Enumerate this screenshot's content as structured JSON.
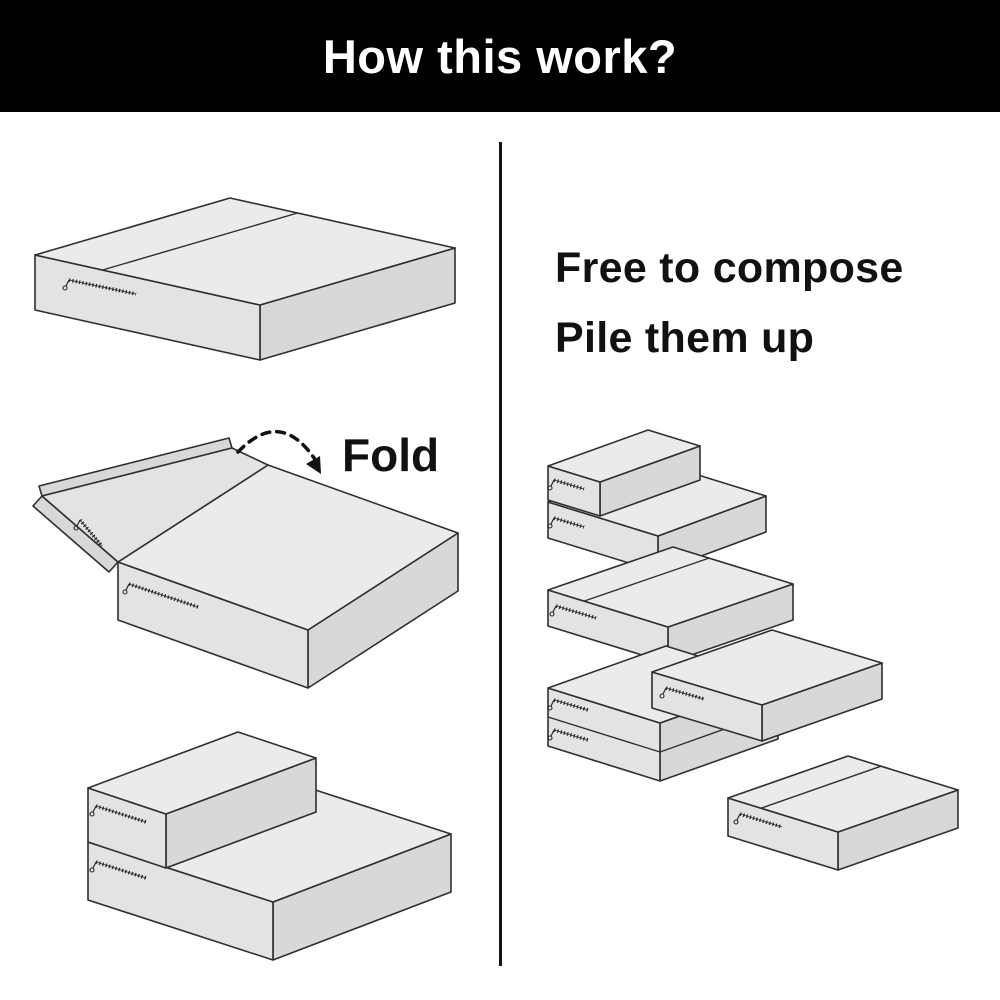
{
  "header": {
    "title": "How this work?"
  },
  "left_panel": {
    "fold_label": "Fold",
    "illustrations": [
      "flat-folding-mattress",
      "mattress-being-folded",
      "mattress-folded-into-steps"
    ]
  },
  "right_panel": {
    "heading_line1": "Free to compose",
    "heading_line2": "Pile them up",
    "illustrations": [
      "two-step-pile",
      "single-mattress",
      "double-stack-with-mattress-behind",
      "single-mattress-offset"
    ]
  },
  "colors": {
    "header_bg": "#000000",
    "header_text": "#ffffff",
    "outline": "#2f2f2f",
    "face_top": "#ebebeb",
    "face_front": "#e3e3e3",
    "face_side": "#d8d8d8",
    "divider": "#141414",
    "text": "#111111"
  }
}
